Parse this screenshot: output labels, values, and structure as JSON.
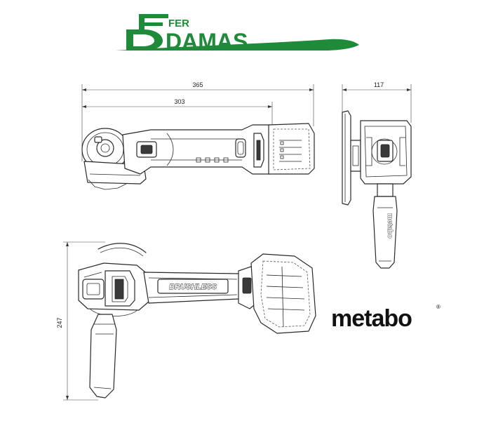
{
  "logo": {
    "brand_top": "FER",
    "brand_main": "DAMAS",
    "color": "#1f8a3a"
  },
  "dimensions": {
    "length_total": "365",
    "length_body": "303",
    "width": "117",
    "height": "247"
  },
  "side_view": {
    "badge": "BRUSHLESS",
    "handle_text": "metabo"
  },
  "brand": {
    "name": "metabo",
    "mark": "®"
  }
}
